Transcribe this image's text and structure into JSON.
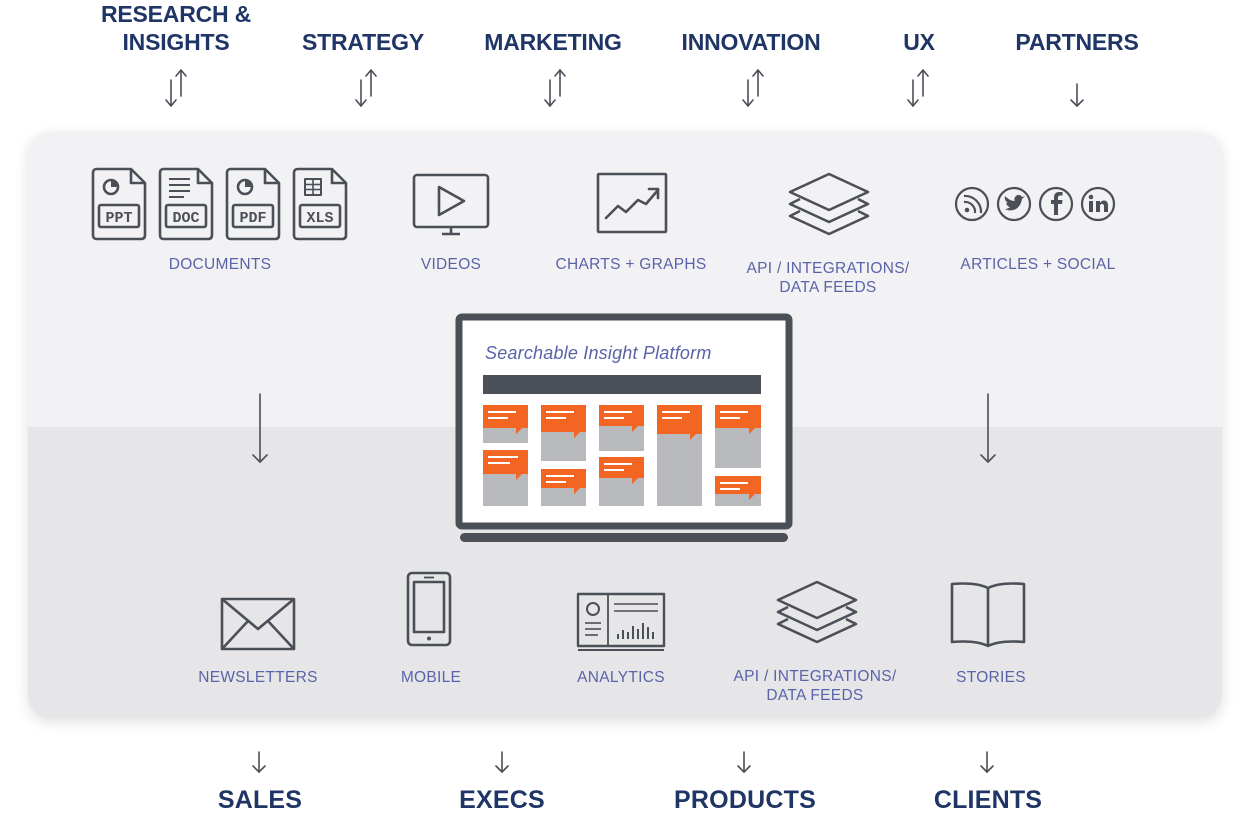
{
  "departments": {
    "research": "RESEARCH &\nINSIGHTS",
    "strategy": "STRATEGY",
    "marketing": "MARKETING",
    "innovation": "INNOVATION",
    "ux": "UX",
    "partners": "PARTNERS"
  },
  "inputs": {
    "documents": "DOCUMENTS",
    "videos": "VIDEOS",
    "charts": "CHARTS + GRAPHS",
    "api": "API / INTEGRATIONS/\nDATA FEEDS",
    "articles": "ARTICLES + SOCIAL"
  },
  "file_types": [
    "PPT",
    "DOC",
    "PDF",
    "XLS"
  ],
  "social_icons": [
    "rss-icon",
    "twitter-icon",
    "facebook-icon",
    "linkedin-icon"
  ],
  "platform": {
    "title": "Searchable Insight Platform"
  },
  "outputs": {
    "newsletters": "NEWSLETTERS",
    "mobile": "MOBILE",
    "analytics": "ANALYTICS",
    "api": "API / INTEGRATIONS/\nDATA FEEDS",
    "stories": "STORIES"
  },
  "audiences": {
    "sales": "SALES",
    "execs": "EXECS",
    "products": "PRODUCTS",
    "clients": "CLIENTS"
  },
  "colors": {
    "navy": "#1f3566",
    "label": "#5a63a8",
    "icon": "#4b4f57",
    "accent": "#f26522",
    "card": "#b8b9bd"
  }
}
